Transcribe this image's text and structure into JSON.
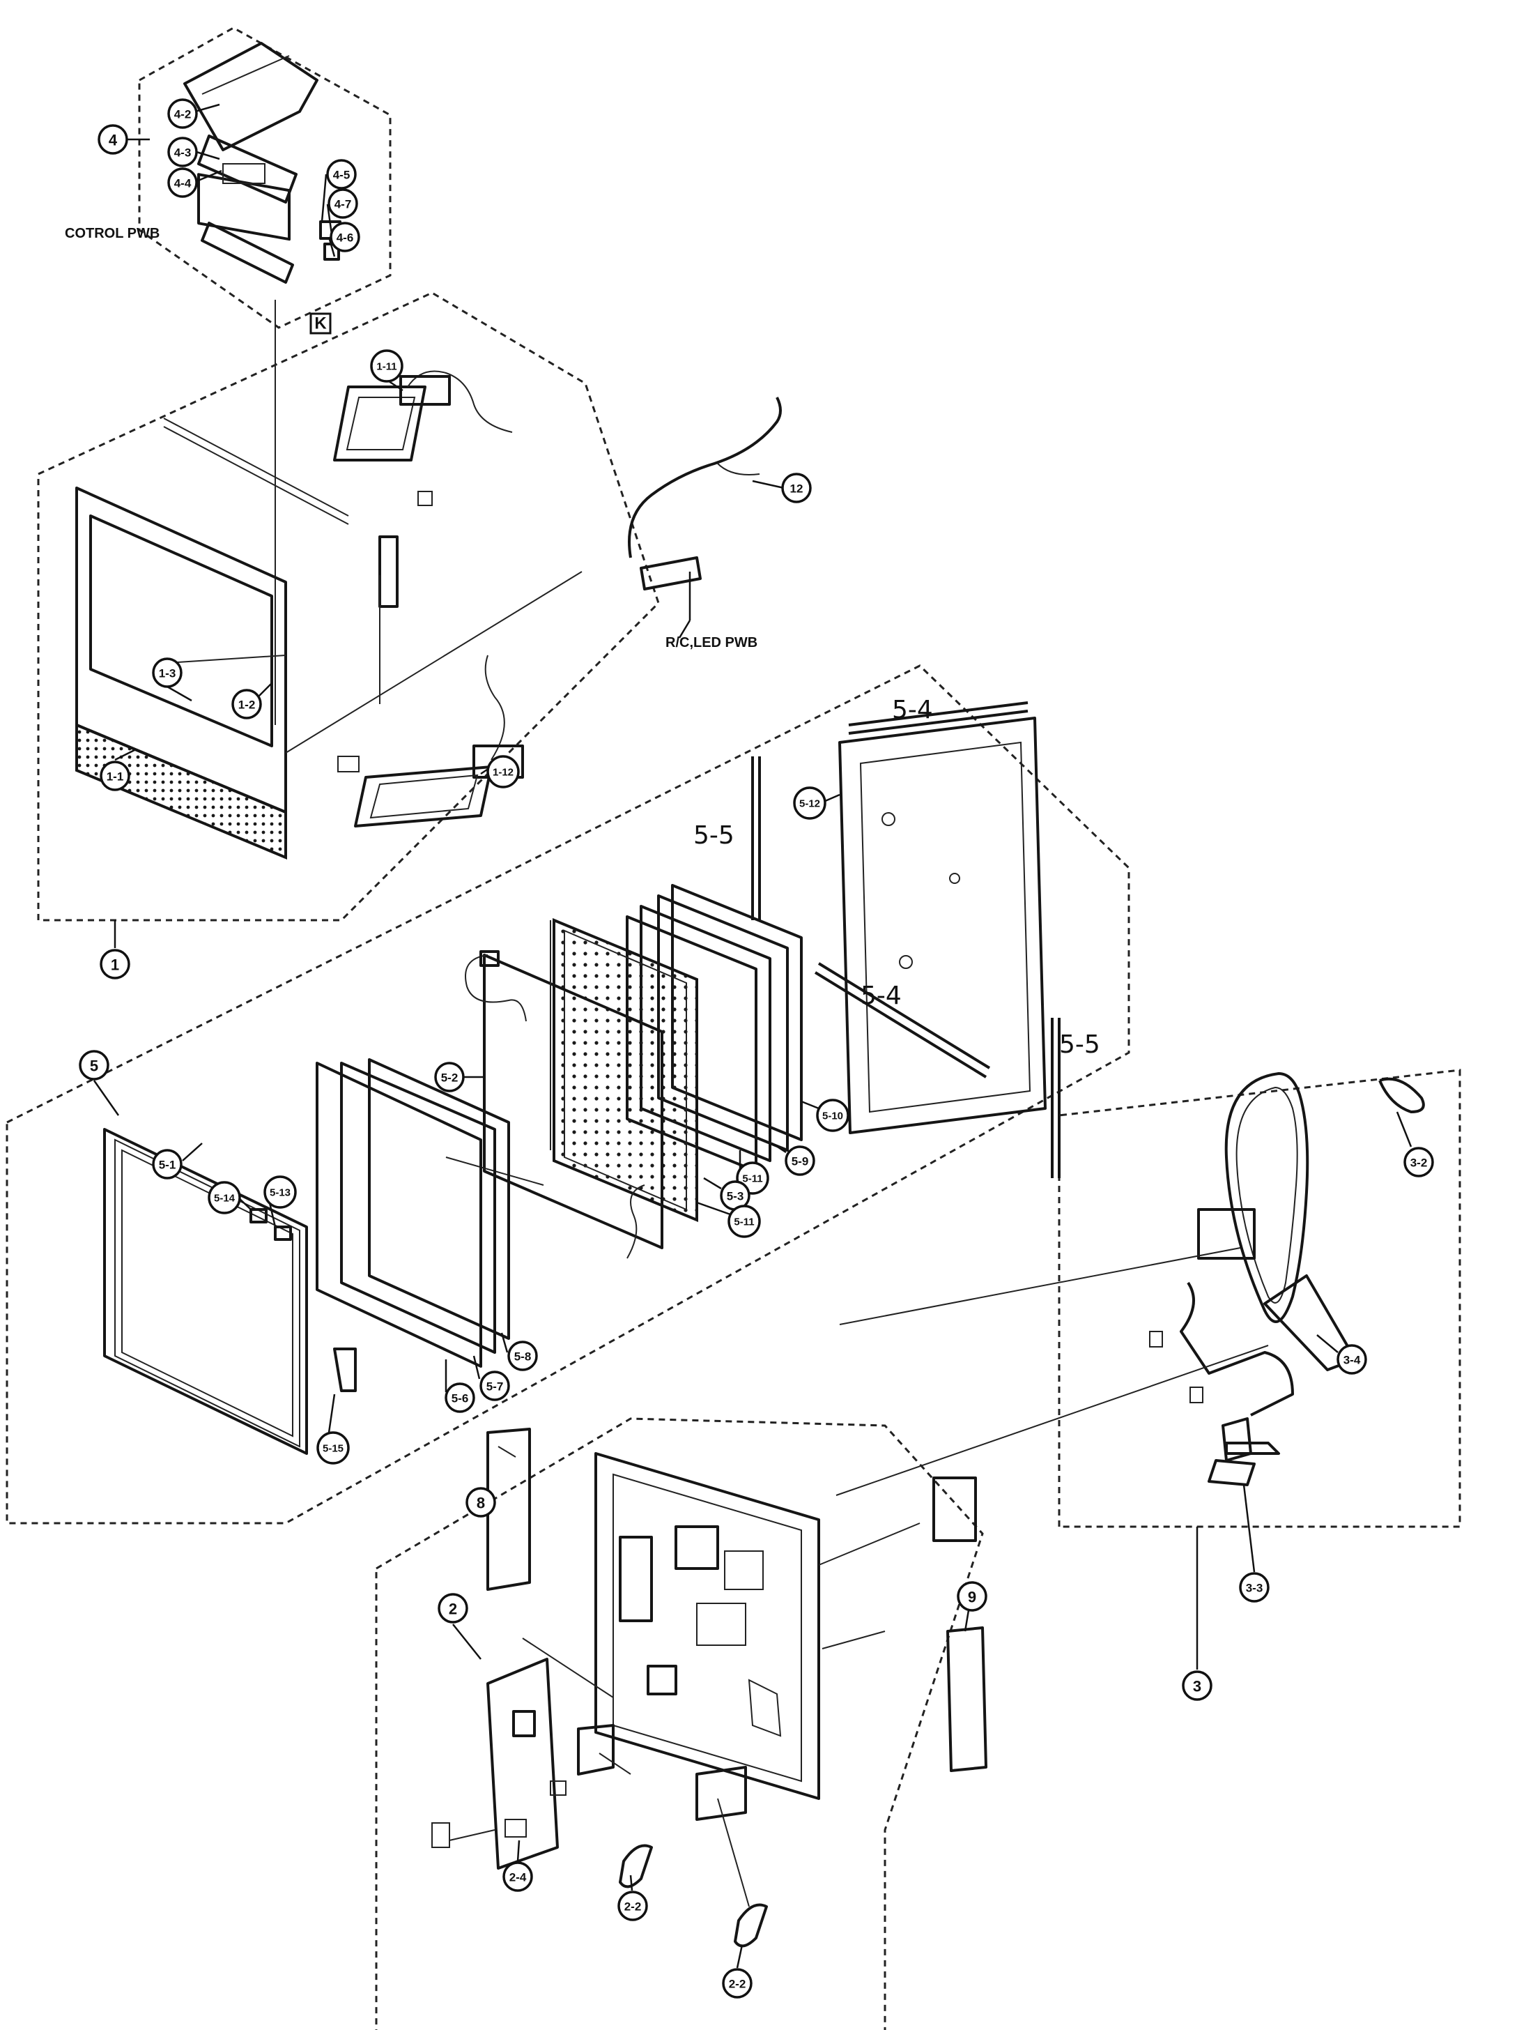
{
  "labels": {
    "control_pwb": "COTROL PWB",
    "rc_led_pwb": "R/C,LED PWB",
    "marker_k": "K",
    "hand_5_4_top": "5-4",
    "hand_5_5_left": "5-5",
    "hand_5_4_bottom": "5-4",
    "hand_5_5_right": "5-5"
  },
  "callouts": [
    "4",
    "4-2",
    "4-3",
    "4-4",
    "4-5",
    "4-7",
    "4-6",
    "1-11",
    "12",
    "1-3",
    "1-2",
    "1-1",
    "1-12",
    "1",
    "5-12",
    "5-2",
    "5-10",
    "5-9",
    "5-11",
    "5-3",
    "5-11",
    "5",
    "5-1",
    "5-14",
    "5-13",
    "5-8",
    "5-7",
    "5-6",
    "5-15",
    "3-2",
    "3-4",
    "3-3",
    "3",
    "8",
    "2",
    "9",
    "2-4",
    "2-2",
    "2-2"
  ]
}
